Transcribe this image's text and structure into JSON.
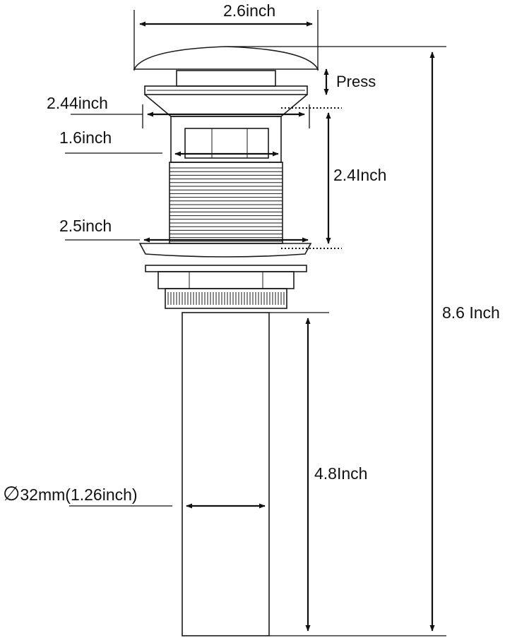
{
  "labels": {
    "cap_width": "2.6inch",
    "press": "Press",
    "flange_top_width": "2.44inch",
    "inner_width": "1.6inch",
    "body_height": "2.4Inch",
    "flange_bottom_width": "2.5inch",
    "total_height": "8.6 Inch",
    "tail_length": "4.8Inch",
    "tail_diameter": "32mm(1.26inch)"
  },
  "symbols": {
    "diameter": "∅"
  },
  "colors": {
    "line": "#1a1a1a",
    "background": "#ffffff"
  }
}
